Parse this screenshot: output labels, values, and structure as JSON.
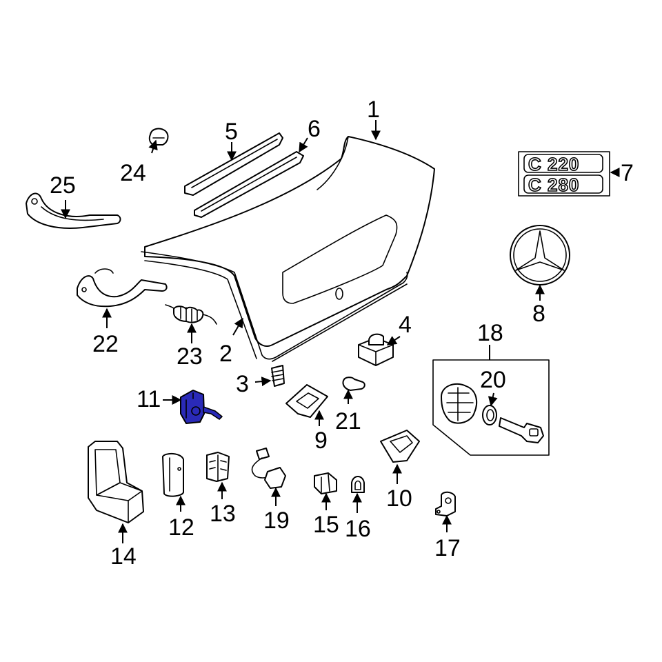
{
  "diagram": {
    "highlight_color": "#2a2ab8",
    "highlighted_part": "11",
    "callouts": {
      "c1": "1",
      "c2": "2",
      "c3": "3",
      "c4": "4",
      "c5": "5",
      "c6": "6",
      "c7": "7",
      "c8": "8",
      "c9": "9",
      "c10": "10",
      "c11": "11",
      "c12": "12",
      "c13": "13",
      "c14": "14",
      "c15": "15",
      "c16": "16",
      "c17": "17",
      "c18": "18",
      "c19": "19",
      "c20": "20",
      "c21": "21",
      "c22": "22",
      "c23": "23",
      "c24": "24",
      "c25": "25"
    },
    "badges": {
      "badge_top": "C 220",
      "badge_bottom": "C 280"
    }
  }
}
